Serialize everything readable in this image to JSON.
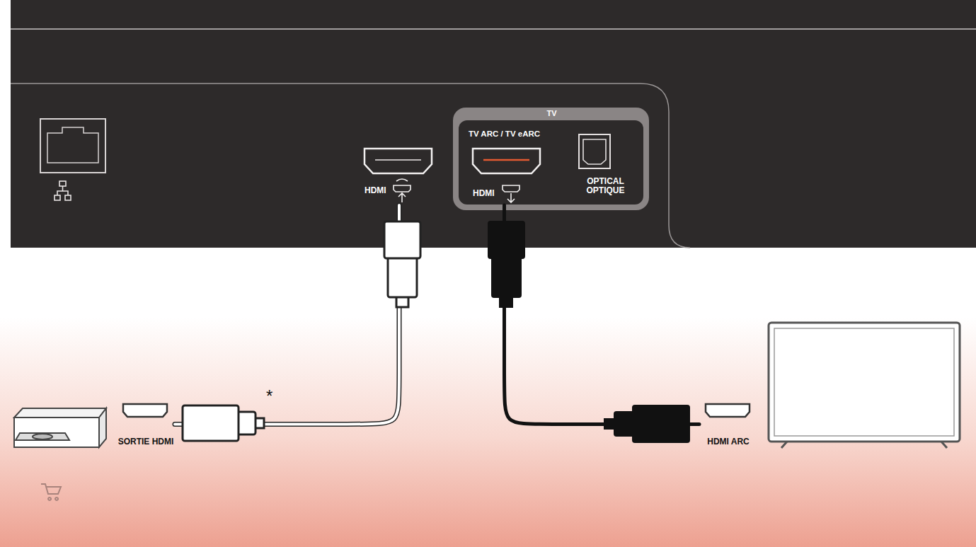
{
  "diagram": {
    "nodes": [
      {
        "text": [
          "HDMI"
        ]
      },
      {
        "text": [
          "TV"
        ]
      },
      {
        "text": [
          "TV ARC / TV eARC",
          "HDMI"
        ],
        "in": 1
      },
      {
        "text": [
          "OPTICAL OPTIQUE"
        ],
        "in": 1
      },
      {
        "text": [
          "SORTIE HDMI"
        ]
      },
      {
        "text": [
          "HDMI ARC"
        ]
      }
    ],
    "edges": [
      {
        "from": 0,
        "to": 4,
        "arrow": "none"
      },
      {
        "from": 2,
        "to": 5,
        "arrow": "none"
      }
    ],
    "labels": [
      "*"
    ]
  }
}
